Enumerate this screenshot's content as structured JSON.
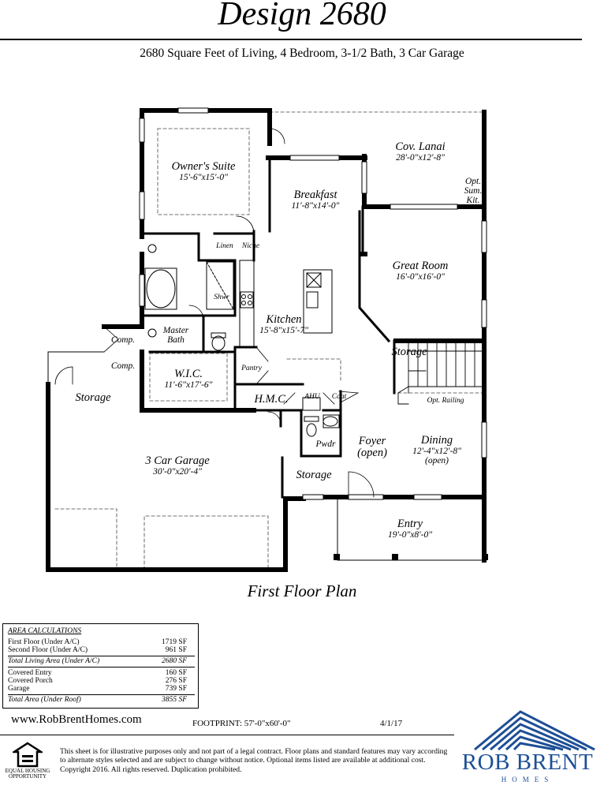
{
  "header": {
    "title": "Design 2680",
    "subtitle": "2680 Square Feet of Living, 4 Bedroom, 3-1/2 Bath, 3 Car Garage"
  },
  "rooms": {
    "lanai": {
      "name": "Cov. Lanai",
      "dims": "28'-0\"x12'-8\""
    },
    "opt_kitchen": {
      "line1": "Opt.",
      "line2": "Sum.",
      "line3": "Kit."
    },
    "owners_suite": {
      "name": "Owner's Suite",
      "dims": "15'-6\"x15'-0\""
    },
    "breakfast": {
      "name": "Breakfast",
      "dims": "11'-8\"x14'-0\""
    },
    "linen": "Linen",
    "niche": "Niche",
    "great_room": {
      "name": "Great Room",
      "dims": "16'-0\"x16'-0\""
    },
    "shower": "Shwr",
    "kitchen": {
      "name": "Kitchen",
      "dims": "15'-8\"x15'-7\""
    },
    "master_bath": {
      "line1": "Master",
      "line2": "Bath"
    },
    "comp1": "Comp.",
    "comp2": "Comp.",
    "stair_storage": "Storage",
    "pantry": "Pantry",
    "wic": {
      "name": "W.I.C.",
      "dims": "11'-6\"x17'-6\""
    },
    "garage_storage": "Storage",
    "hmc": "H.M.C.",
    "ahu": "AHU",
    "coat": "Coat",
    "opt_railing": "Opt. Railing",
    "pwdr": "Pwdr",
    "foyer": {
      "name": "Foyer",
      "sub": "(open)"
    },
    "dining": {
      "name": "Dining",
      "dims": "12'-4\"x12'-8\"",
      "sub": "(open)"
    },
    "garage": {
      "name": "3 Car Garage",
      "dims": "30'-0\"x20'-4\""
    },
    "storage3": "Storage",
    "entry": {
      "name": "Entry",
      "dims": "19'-0\"x8'-0\""
    }
  },
  "plan_caption": "First Floor Plan",
  "area": {
    "heading": "AREA CALCULATIONS",
    "first_floor": {
      "label": "First Floor (Under A/C)",
      "value": "1719 SF"
    },
    "second_floor": {
      "label": "Second Floor (Under A/C)",
      "value": "961 SF"
    },
    "total_living": {
      "label": "Total Living Area (Under A/C)",
      "value": "2680 SF"
    },
    "covered_entry": {
      "label": "Covered Entry",
      "value": "160 SF"
    },
    "covered_porch": {
      "label": "Covered Porch",
      "value": "276 SF"
    },
    "garage": {
      "label": "Garage",
      "value": "739 SF"
    },
    "total": {
      "label": "Total Area (Under Roof)",
      "value": "3855 SF"
    }
  },
  "footer": {
    "website": "www.RobBrentHomes.com",
    "footprint": "FOOTPRINT: 57'-0\"x60'-0\"",
    "date": "4/1/17",
    "disclaimer": "This sheet is for illustrative purposes only and not part of a legal contract.  Floor plans and standard features may vary according to alternate styles selected and are subject to change without notice.  Optional items listed are available at additional cost.  Copyright 2016.  All rights reserved.  Duplication prohibited.",
    "eho_line1": "EQUAL HOUSING",
    "eho_line2": "OPPORTUNITY",
    "brand": "ROB BRENT",
    "brand_sub": "HOMES"
  },
  "colors": {
    "brand_blue": "#1d4f96",
    "wall": "#000000"
  },
  "icons": [
    "equal-housing-icon",
    "brand-logo-icon"
  ]
}
